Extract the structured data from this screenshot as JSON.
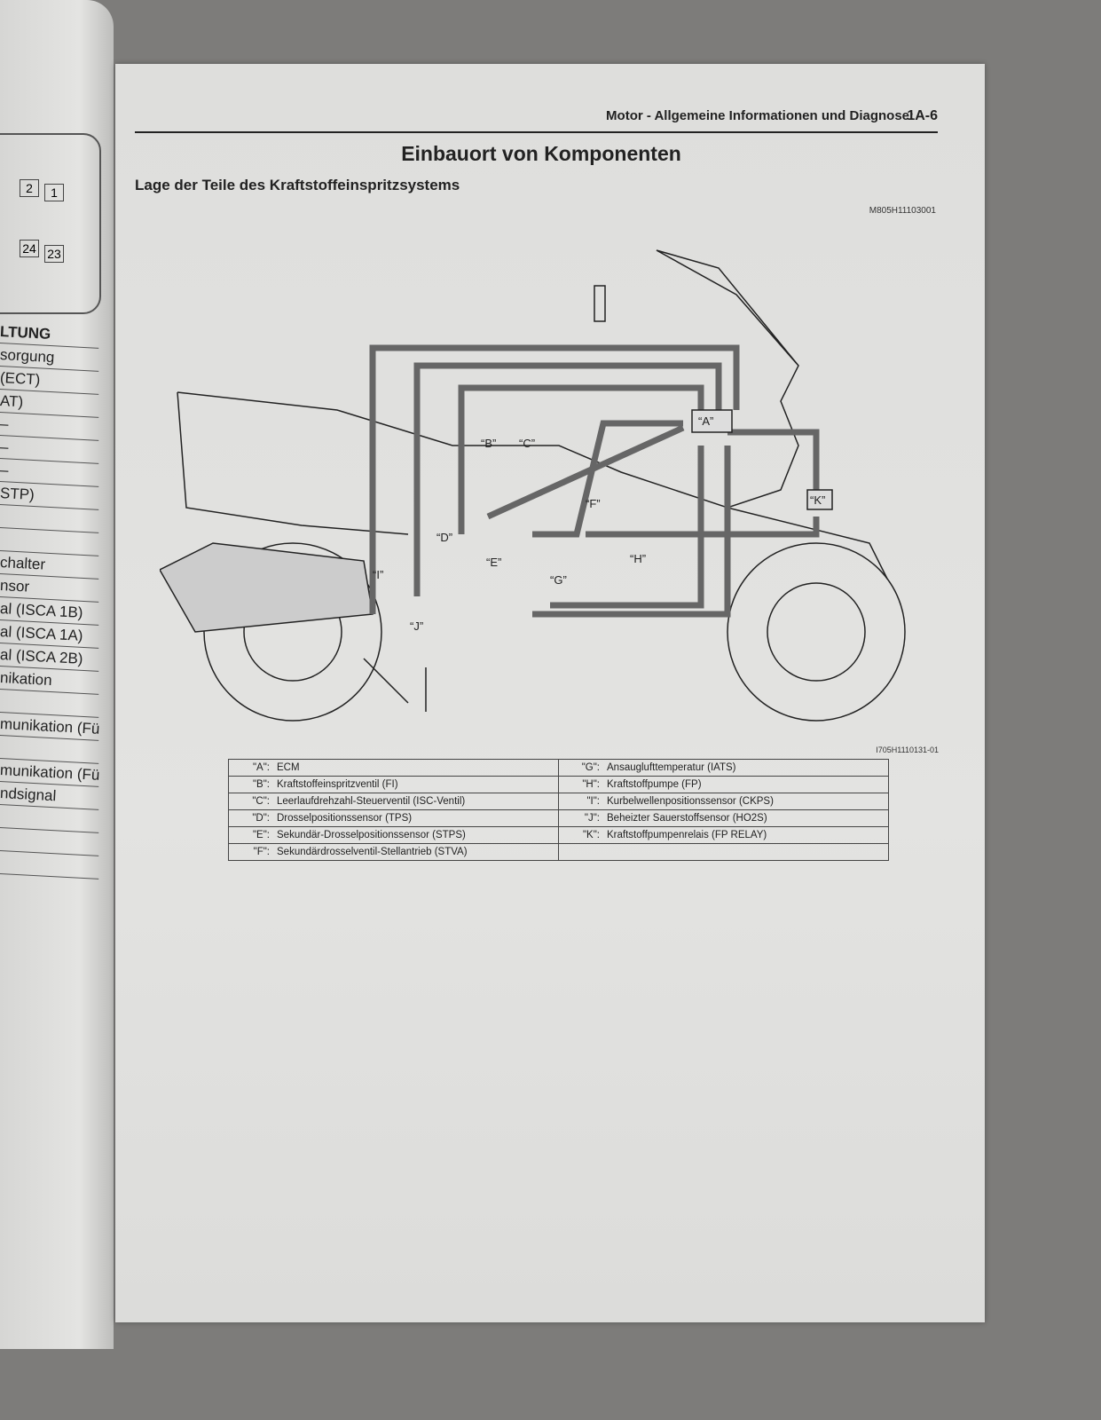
{
  "left_page": {
    "connector_pins": [
      "2",
      "1",
      "24",
      "23"
    ],
    "rows": [
      "LTUNG",
      "sorgung",
      "(ECT)",
      "AT)",
      "–",
      "–",
      "–",
      "STP)",
      "",
      "",
      "chalter",
      "nsor",
      "al (ISCA 1B)",
      "al (ISCA 1A)",
      "al (ISCA 2B)",
      "nikation",
      "",
      "munikation (Für",
      "",
      "munikation (Für",
      "ndsignal",
      "",
      "",
      ""
    ]
  },
  "header": {
    "section": "Motor - Allgemeine Informationen und Diagnose:",
    "page": "1A-6"
  },
  "title": "Einbauort von Komponenten",
  "subtitle": "Lage der Teile des Kraftstoffeinspritzsystems",
  "figure_code": "M805H11103001",
  "image_code": "I705H1110131-01",
  "diagram_labels": {
    "A": "“A”",
    "B": "“B”",
    "C": "“C”",
    "D": "“D”",
    "E": "“E”",
    "F": "“F”",
    "G": "“G”",
    "H": "“H”",
    "I": "“I”",
    "J": "“J”",
    "K": "“K”"
  },
  "legend": [
    [
      {
        "key": "\"A\":",
        "text": "ECM"
      },
      {
        "key": "\"G\":",
        "text": "Ansauglufttemperatur (IATS)"
      }
    ],
    [
      {
        "key": "\"B\":",
        "text": "Kraftstoffeinspritzventil (FI)"
      },
      {
        "key": "\"H\":",
        "text": "Kraftstoffpumpe (FP)"
      }
    ],
    [
      {
        "key": "\"C\":",
        "text": "Leerlaufdrehzahl-Steuerventil (ISC-Ventil)"
      },
      {
        "key": "\"I\":",
        "text": "Kurbelwellenpositionssensor (CKPS)"
      }
    ],
    [
      {
        "key": "\"D\":",
        "text": "Drosselpositionssensor (TPS)"
      },
      {
        "key": "\"J\":",
        "text": "Beheizter Sauerstoffsensor (HO2S)"
      }
    ],
    [
      {
        "key": "\"E\":",
        "text": "Sekundär-Drosselpositionssensor (STPS)"
      },
      {
        "key": "\"K\":",
        "text": "Kraftstoffpumpenrelais (FP RELAY)"
      }
    ],
    [
      {
        "key": "\"F\":",
        "text": "Sekundärdrosselventil-Stellantrieb (STVA)"
      },
      {
        "key": "",
        "text": ""
      }
    ]
  ]
}
